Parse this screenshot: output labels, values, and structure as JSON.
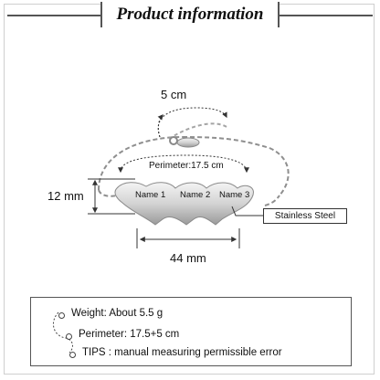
{
  "header": {
    "title": "Product information"
  },
  "diagram": {
    "extension_label": "5 cm",
    "perimeter_label": "Perimeter:17.5 cm",
    "height_label": "12 mm",
    "width_label": "44 mm",
    "names": [
      "Name 1",
      "Name 2",
      "Name 3"
    ],
    "material_label": "Stainless Steel"
  },
  "info": {
    "weight": "Weight: About 5.5 g",
    "perimeter": "Perimeter: 17.5+5 cm",
    "tips": "TIPS : manual measuring permissible error"
  },
  "colors": {
    "text": "#111111",
    "frame": "#555555",
    "metal": "#d9d9d9"
  }
}
